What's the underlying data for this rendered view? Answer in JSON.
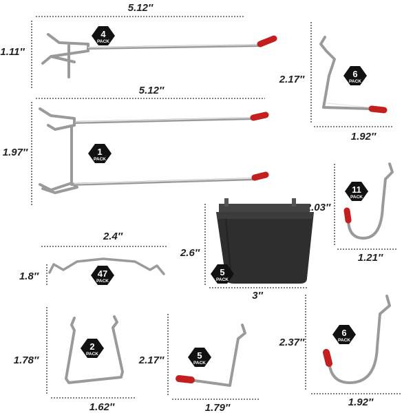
{
  "colors": {
    "badge": "#111111",
    "cap": "#c41e1e",
    "wire": "#9a9a9a",
    "bin": "#2e2e2e",
    "dimension_text": "#222222"
  },
  "items": [
    {
      "id": "long-hook",
      "dims": [
        "5.12″",
        "1.11″"
      ],
      "pack_count": "4",
      "pack_word": "PACK"
    },
    {
      "id": "double-hook",
      "dims": [
        "5.12″",
        "1.97″"
      ],
      "pack_count": "1",
      "pack_word": "PACK"
    },
    {
      "id": "l-hook",
      "dims": [
        "2.17″",
        "1.92″"
      ],
      "pack_count": "6",
      "pack_word": "PACK"
    },
    {
      "id": "j-hook-small",
      "dims": [
        "2.03″",
        "1.21″"
      ],
      "pack_count": "11",
      "pack_word": "PACK"
    },
    {
      "id": "bin",
      "dims": [
        "2.6″",
        "3″"
      ],
      "pack_count": "5",
      "pack_word": "PACK"
    },
    {
      "id": "lock-clip",
      "dims": [
        "2.4″",
        "1.8″"
      ],
      "pack_count": "47",
      "pack_word": "PACK"
    },
    {
      "id": "u-hook",
      "dims": [
        "1.78″",
        "1.62″"
      ],
      "pack_count": "2",
      "pack_word": "PACK"
    },
    {
      "id": "angled-hook",
      "dims": [
        "2.17″",
        "1.79″"
      ],
      "pack_count": "5",
      "pack_word": "PACK"
    },
    {
      "id": "j-hook-large",
      "dims": [
        "2.37″",
        "1.92″"
      ],
      "pack_count": "6",
      "pack_word": "PACK"
    }
  ]
}
